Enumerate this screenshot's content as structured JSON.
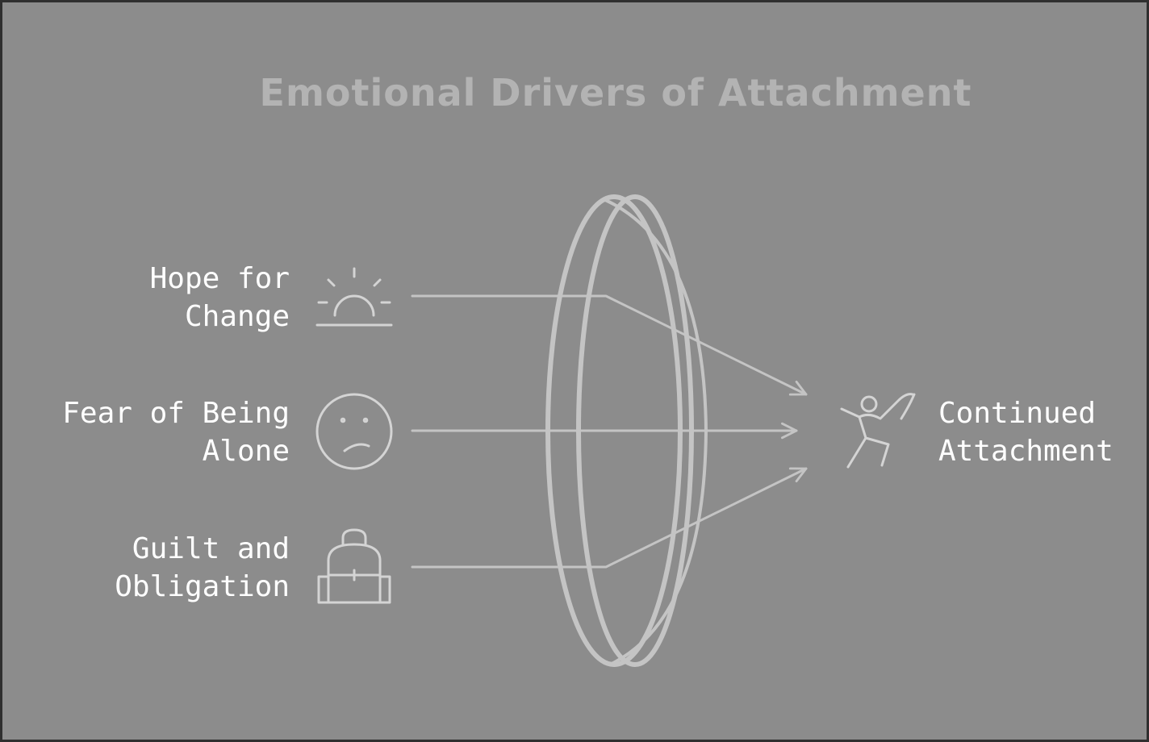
{
  "diagram": {
    "title": "Emotional Drivers of Attachment",
    "inputs": [
      {
        "line1": "Hope for",
        "line2": "Change",
        "icon": "sunrise-icon"
      },
      {
        "line1": "Fear of Being",
        "line2": "Alone",
        "icon": "sad-face-icon"
      },
      {
        "line1": "Guilt and",
        "line2": "Obligation",
        "icon": "backpack-icon"
      }
    ],
    "output": {
      "line1": "Continued",
      "line2": "Attachment",
      "icon": "person-cheering-icon"
    },
    "colors": {
      "background": "#8c8c8c",
      "title": "#b3b3b3",
      "label": "#ffffff",
      "stroke": "#c4c4c4"
    }
  }
}
